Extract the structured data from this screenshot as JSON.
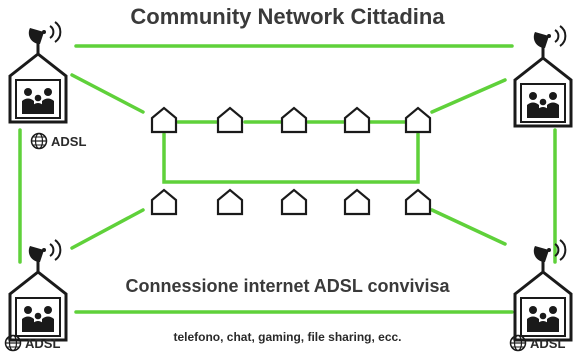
{
  "title": "Community Network Cittadina",
  "subtitle": "Connessione internet ADSL convivisa",
  "footer": "telefono, chat, gaming, file sharing, ecc.",
  "adsl_label": "ADSL",
  "colors": {
    "link": "#5fd13a",
    "stroke": "#1a1a1a",
    "text": "#3a3a3a"
  },
  "icons": [
    "house-with-antenna-icon",
    "family-icon",
    "small-house-icon",
    "globe-icon"
  ]
}
